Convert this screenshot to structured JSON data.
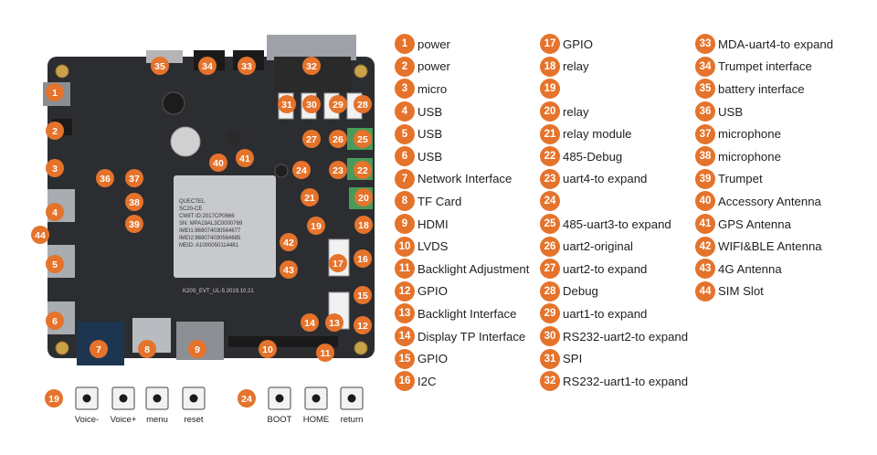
{
  "board": {
    "markers": [
      {
        "num": "1"
      },
      {
        "num": "2"
      },
      {
        "num": "3"
      },
      {
        "num": "36"
      },
      {
        "num": "37"
      },
      {
        "num": "38"
      },
      {
        "num": "39"
      },
      {
        "num": "4"
      },
      {
        "num": "44"
      },
      {
        "num": "5"
      },
      {
        "num": "6"
      },
      {
        "num": "7"
      },
      {
        "num": "8"
      },
      {
        "num": "9"
      },
      {
        "num": "10"
      },
      {
        "num": "11"
      },
      {
        "num": "35"
      },
      {
        "num": "34"
      },
      {
        "num": "33"
      },
      {
        "num": "32"
      },
      {
        "num": "31"
      },
      {
        "num": "30"
      },
      {
        "num": "29"
      },
      {
        "num": "28"
      },
      {
        "num": "27"
      },
      {
        "num": "26"
      },
      {
        "num": "25"
      },
      {
        "num": "23"
      },
      {
        "num": "22"
      },
      {
        "num": "24"
      },
      {
        "num": "21"
      },
      {
        "num": "20"
      },
      {
        "num": "19"
      },
      {
        "num": "18"
      },
      {
        "num": "42"
      },
      {
        "num": "43"
      },
      {
        "num": "17"
      },
      {
        "num": "16"
      },
      {
        "num": "15"
      },
      {
        "num": "14"
      },
      {
        "num": "13"
      },
      {
        "num": "12"
      },
      {
        "num": "40"
      },
      {
        "num": "41"
      }
    ],
    "chip_text": "QUECTEL\nSC20-CE\nCMIIT ID:2017CP0666\nSN: MPA19AL3C0000769\nIMEI1:869074030564677\nIMEI2:869074030564685\nMEID: A1000050114481",
    "board_label": "K20S_EVT_UL-5 2019.10.21"
  },
  "buttons_group_a": {
    "marker": "19",
    "buttons": [
      {
        "label": "Voice-"
      },
      {
        "label": "Voice+"
      },
      {
        "label": "menu"
      },
      {
        "label": "reset"
      }
    ]
  },
  "buttons_group_b": {
    "marker": "24",
    "buttons": [
      {
        "label": "BOOT"
      },
      {
        "label": "HOME"
      },
      {
        "label": "return"
      }
    ]
  },
  "legend": {
    "columns": [
      [
        {
          "num": "1",
          "text": "power"
        },
        {
          "num": "2",
          "text": "power"
        },
        {
          "num": "3",
          "text": "micro"
        },
        {
          "num": "4",
          "text": "USB"
        },
        {
          "num": "5",
          "text": "USB"
        },
        {
          "num": "6",
          "text": "USB"
        },
        {
          "num": "7",
          "text": "Network Interface"
        },
        {
          "num": "8",
          "text": "TF Card"
        },
        {
          "num": "9",
          "text": "HDMI"
        },
        {
          "num": "10",
          "text": "LVDS"
        },
        {
          "num": "11",
          "text": "Backlight Adjustment"
        },
        {
          "num": "12",
          "text": "GPIO"
        },
        {
          "num": "13",
          "text": "Backlight Interface"
        },
        {
          "num": "14",
          "text": "Display TP Interface"
        },
        {
          "num": "15",
          "text": "GPIO"
        },
        {
          "num": "16",
          "text": "I2C"
        }
      ],
      [
        {
          "num": "17",
          "text": "GPIO"
        },
        {
          "num": "18",
          "text": "relay"
        },
        {
          "num": "19",
          "text": ""
        },
        {
          "num": "20",
          "text": "relay"
        },
        {
          "num": "21",
          "text": "relay module"
        },
        {
          "num": "22",
          "text": "485-Debug"
        },
        {
          "num": "23",
          "text": "uart4-to expand"
        },
        {
          "num": "24",
          "text": ""
        },
        {
          "num": "25",
          "text": "485-uart3-to expand"
        },
        {
          "num": "26",
          "text": "uart2-original"
        },
        {
          "num": "27",
          "text": "uart2-to expand"
        },
        {
          "num": "28",
          "text": "Debug"
        },
        {
          "num": "29",
          "text": "uart1-to expand"
        },
        {
          "num": "30",
          "text": "RS232-uart2-to expand"
        },
        {
          "num": "31",
          "text": "SPI"
        },
        {
          "num": "32",
          "text": "RS232-uart1-to expand"
        }
      ],
      [
        {
          "num": "33",
          "text": "MDA-uart4-to expand"
        },
        {
          "num": "34",
          "text": "Trumpet interface"
        },
        {
          "num": "35",
          "text": "battery interface"
        },
        {
          "num": "36",
          "text": "USB"
        },
        {
          "num": "37",
          "text": "microphone"
        },
        {
          "num": "38",
          "text": "microphone"
        },
        {
          "num": "39",
          "text": "Trumpet"
        },
        {
          "num": "40",
          "text": "Accessory Antenna"
        },
        {
          "num": "41",
          "text": "GPS Antenna"
        },
        {
          "num": "42",
          "text": "WIFI&BLE Antenna"
        },
        {
          "num": "43",
          "text": "4G Antenna"
        },
        {
          "num": "44",
          "text": "SIM Slot"
        }
      ]
    ]
  },
  "colors": {
    "badge": "#e5732b",
    "pcb": "#2c2d30",
    "text": "#222222"
  }
}
